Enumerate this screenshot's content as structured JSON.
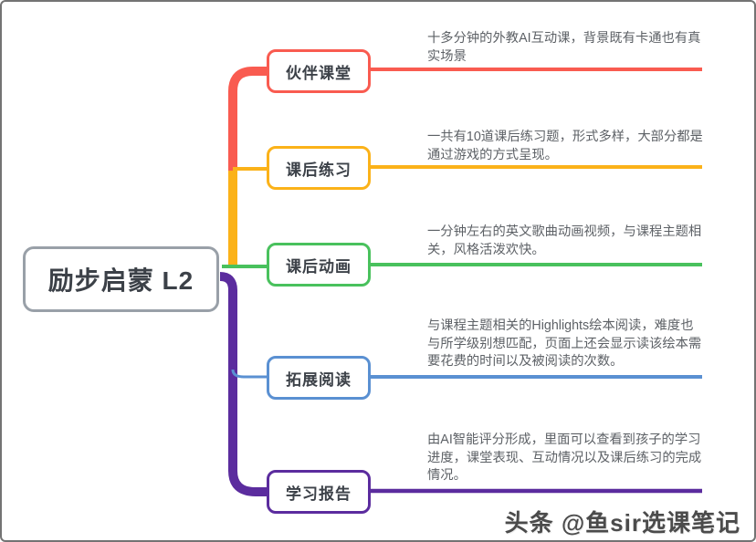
{
  "central": {
    "label": "励步启蒙 L2"
  },
  "branches": [
    {
      "label": "伙伴课堂",
      "color": "#F95B50",
      "description": "十多分钟的外教AI互动课，背景既有卡通也有真实场景"
    },
    {
      "label": "课后练习",
      "color": "#FBB219",
      "description": "一共有10道课后练习题，形式多样，大部分都是通过游戏的方式呈现。"
    },
    {
      "label": "课后动画",
      "color": "#49C15D",
      "description": "一分钟左右的英文歌曲动画视频，与课程主题相关，风格活泼欢快。"
    },
    {
      "label": "拓展阅读",
      "color": "#5A90D2",
      "description": "与课程主题相关的Highlights绘本阅读，难度也与所学级别想匹配，页面上还会显示读该绘本需要花费的时间以及被阅读的次数。"
    },
    {
      "label": "学习报告",
      "color": "#5B2C9E",
      "description": "由AI智能评分形成，里面可以查看到孩子的学习进度，课堂表现、互动情况以及课后练习的完成情况。"
    }
  ],
  "watermark": "头条 @鱼sir选课笔记",
  "colors": {
    "central_border": "#99A0A8",
    "node_text": "#3C4148",
    "description_text": "#5D6166",
    "frame_border": "#737373",
    "background": "#FFFFFF",
    "watermark_text": "#4B4B4B"
  }
}
